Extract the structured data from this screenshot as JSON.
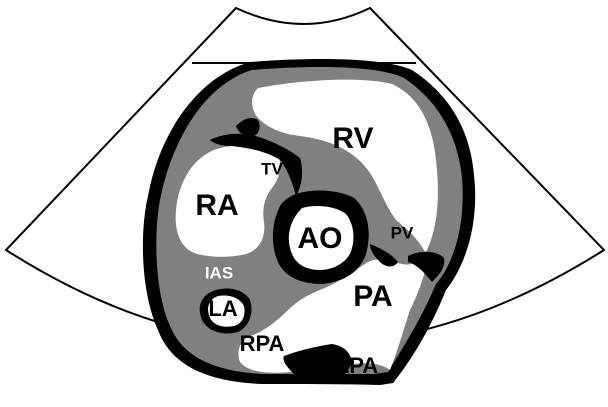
{
  "labels": {
    "rv": "RV",
    "tv": "TV",
    "ra": "RA",
    "ao": "AO",
    "pv": "PV",
    "ias": "IAS",
    "la": "LA",
    "pa": "PA",
    "rpa": "RPA",
    "lpa": "LPA"
  },
  "colors": {
    "background": "#ffffff",
    "outline": "#000000",
    "tissue_gray": "#808080",
    "chamber": "#ffffff"
  }
}
